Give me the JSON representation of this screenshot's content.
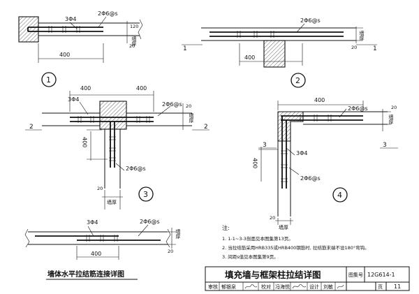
{
  "labels": {
    "d1": {
      "bar": "3Φ4",
      "tie": "2Φ6@s",
      "dim120": "120",
      "dim20": "20",
      "wall": "墙厚",
      "len": "400",
      "num": "1"
    },
    "d2": {
      "tie": "2Φ6@s",
      "dim20": "20",
      "wall": "墙厚",
      "len": "400",
      "sec": "1",
      "num": "2"
    },
    "d3": {
      "bar": "3Φ4",
      "len": "400",
      "tie": "2Φ6@s",
      "dim20": "20",
      "wall": "墙厚",
      "sec": "2",
      "num": "3"
    },
    "d4": {
      "len": "400",
      "tie": "2Φ6@s",
      "dim20": "20",
      "wall": "墙厚",
      "bar": "3Φ4",
      "sec": "3",
      "num": "4"
    },
    "splice": {
      "bar": "3Φ4",
      "tie": "2Φ6@s",
      "dim20": "20",
      "wall": "墙厚",
      "len": "400",
      "caption": "墙体水平拉结筋连接详图"
    }
  },
  "notes": {
    "heading": "注:",
    "items": [
      "1. 1-1~3-3剖面见本图集第13页。",
      "2. 当拉结筋采用HRB335或HRB400钢筋时, 拉结筋末端不设180°弯钩。",
      "3. 间距s值见本图集第9页。"
    ]
  },
  "title_block": {
    "title": "填充墙与框架柱拉结详图",
    "atlas_label": "图集号",
    "atlas_no": "12G614-1",
    "page_label": "页",
    "page_no": "11",
    "review_label": "审核",
    "review_name": "郁银泉",
    "check_label": "校对",
    "check_name": "冯海悦",
    "design_label": "设计",
    "design_name": "刘敏"
  }
}
